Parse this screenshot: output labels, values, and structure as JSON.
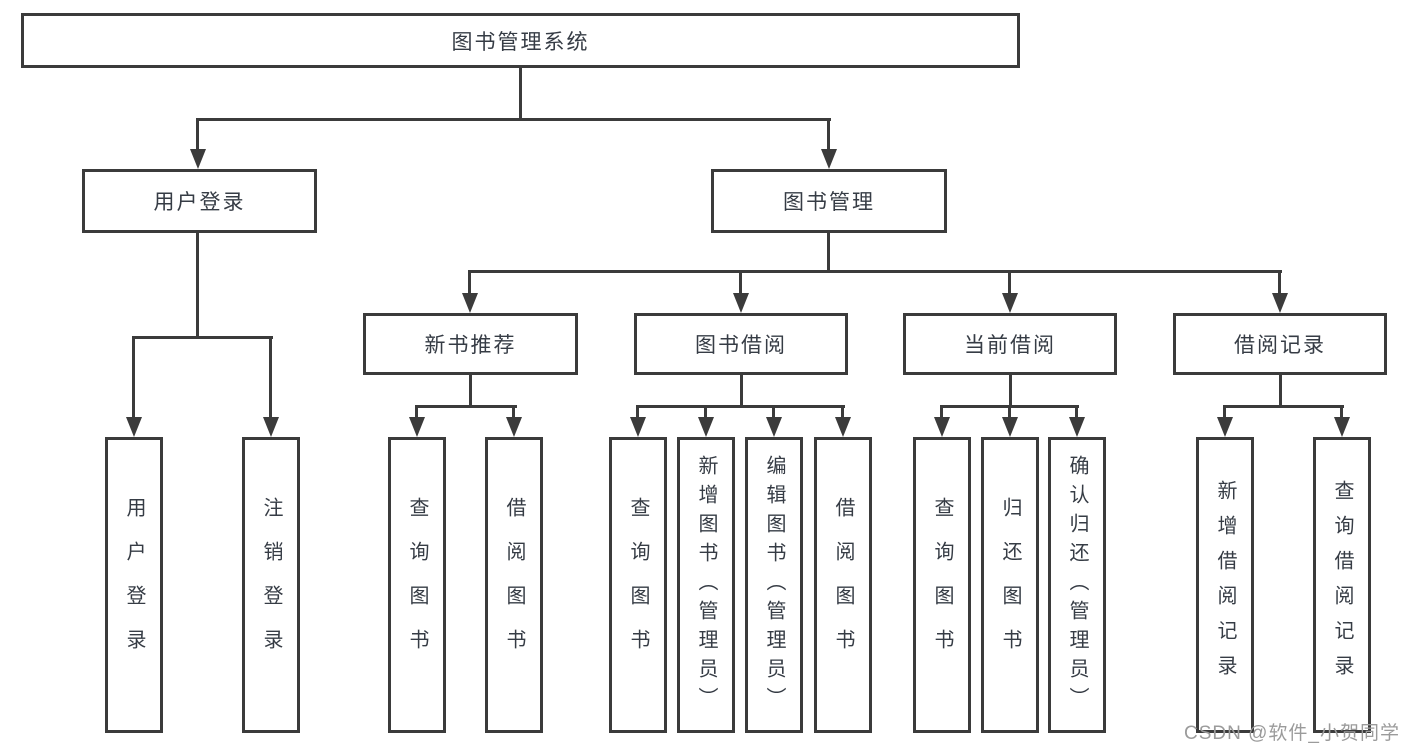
{
  "tree": {
    "root": {
      "label": "图书管理系统"
    },
    "branches": [
      {
        "label": "用户登录",
        "children": [
          {
            "label": "用户登录"
          },
          {
            "label": "注销登录"
          }
        ]
      },
      {
        "label": "图书管理",
        "children": [
          {
            "label": "新书推荐",
            "children": [
              {
                "label": "查询图书"
              },
              {
                "label": "借阅图书"
              }
            ]
          },
          {
            "label": "图书借阅",
            "children": [
              {
                "label": "查询图书"
              },
              {
                "label": "新增图书（管理员）"
              },
              {
                "label": "编辑图书（管理员）"
              },
              {
                "label": "借阅图书"
              }
            ]
          },
          {
            "label": "当前借阅",
            "children": [
              {
                "label": "查询图书"
              },
              {
                "label": "归还图书"
              },
              {
                "label": "确认归还（管理员）"
              }
            ]
          },
          {
            "label": "借阅记录",
            "children": [
              {
                "label": "新增借阅记录"
              },
              {
                "label": "查询借阅记录"
              }
            ]
          }
        ]
      }
    ]
  },
  "watermark": {
    "text": "CSDN @软件_小贺同学"
  },
  "colors": {
    "line": "#3b3b3b",
    "text": "#363c45",
    "background": "#ffffff",
    "watermark": "#9b9b9b"
  }
}
